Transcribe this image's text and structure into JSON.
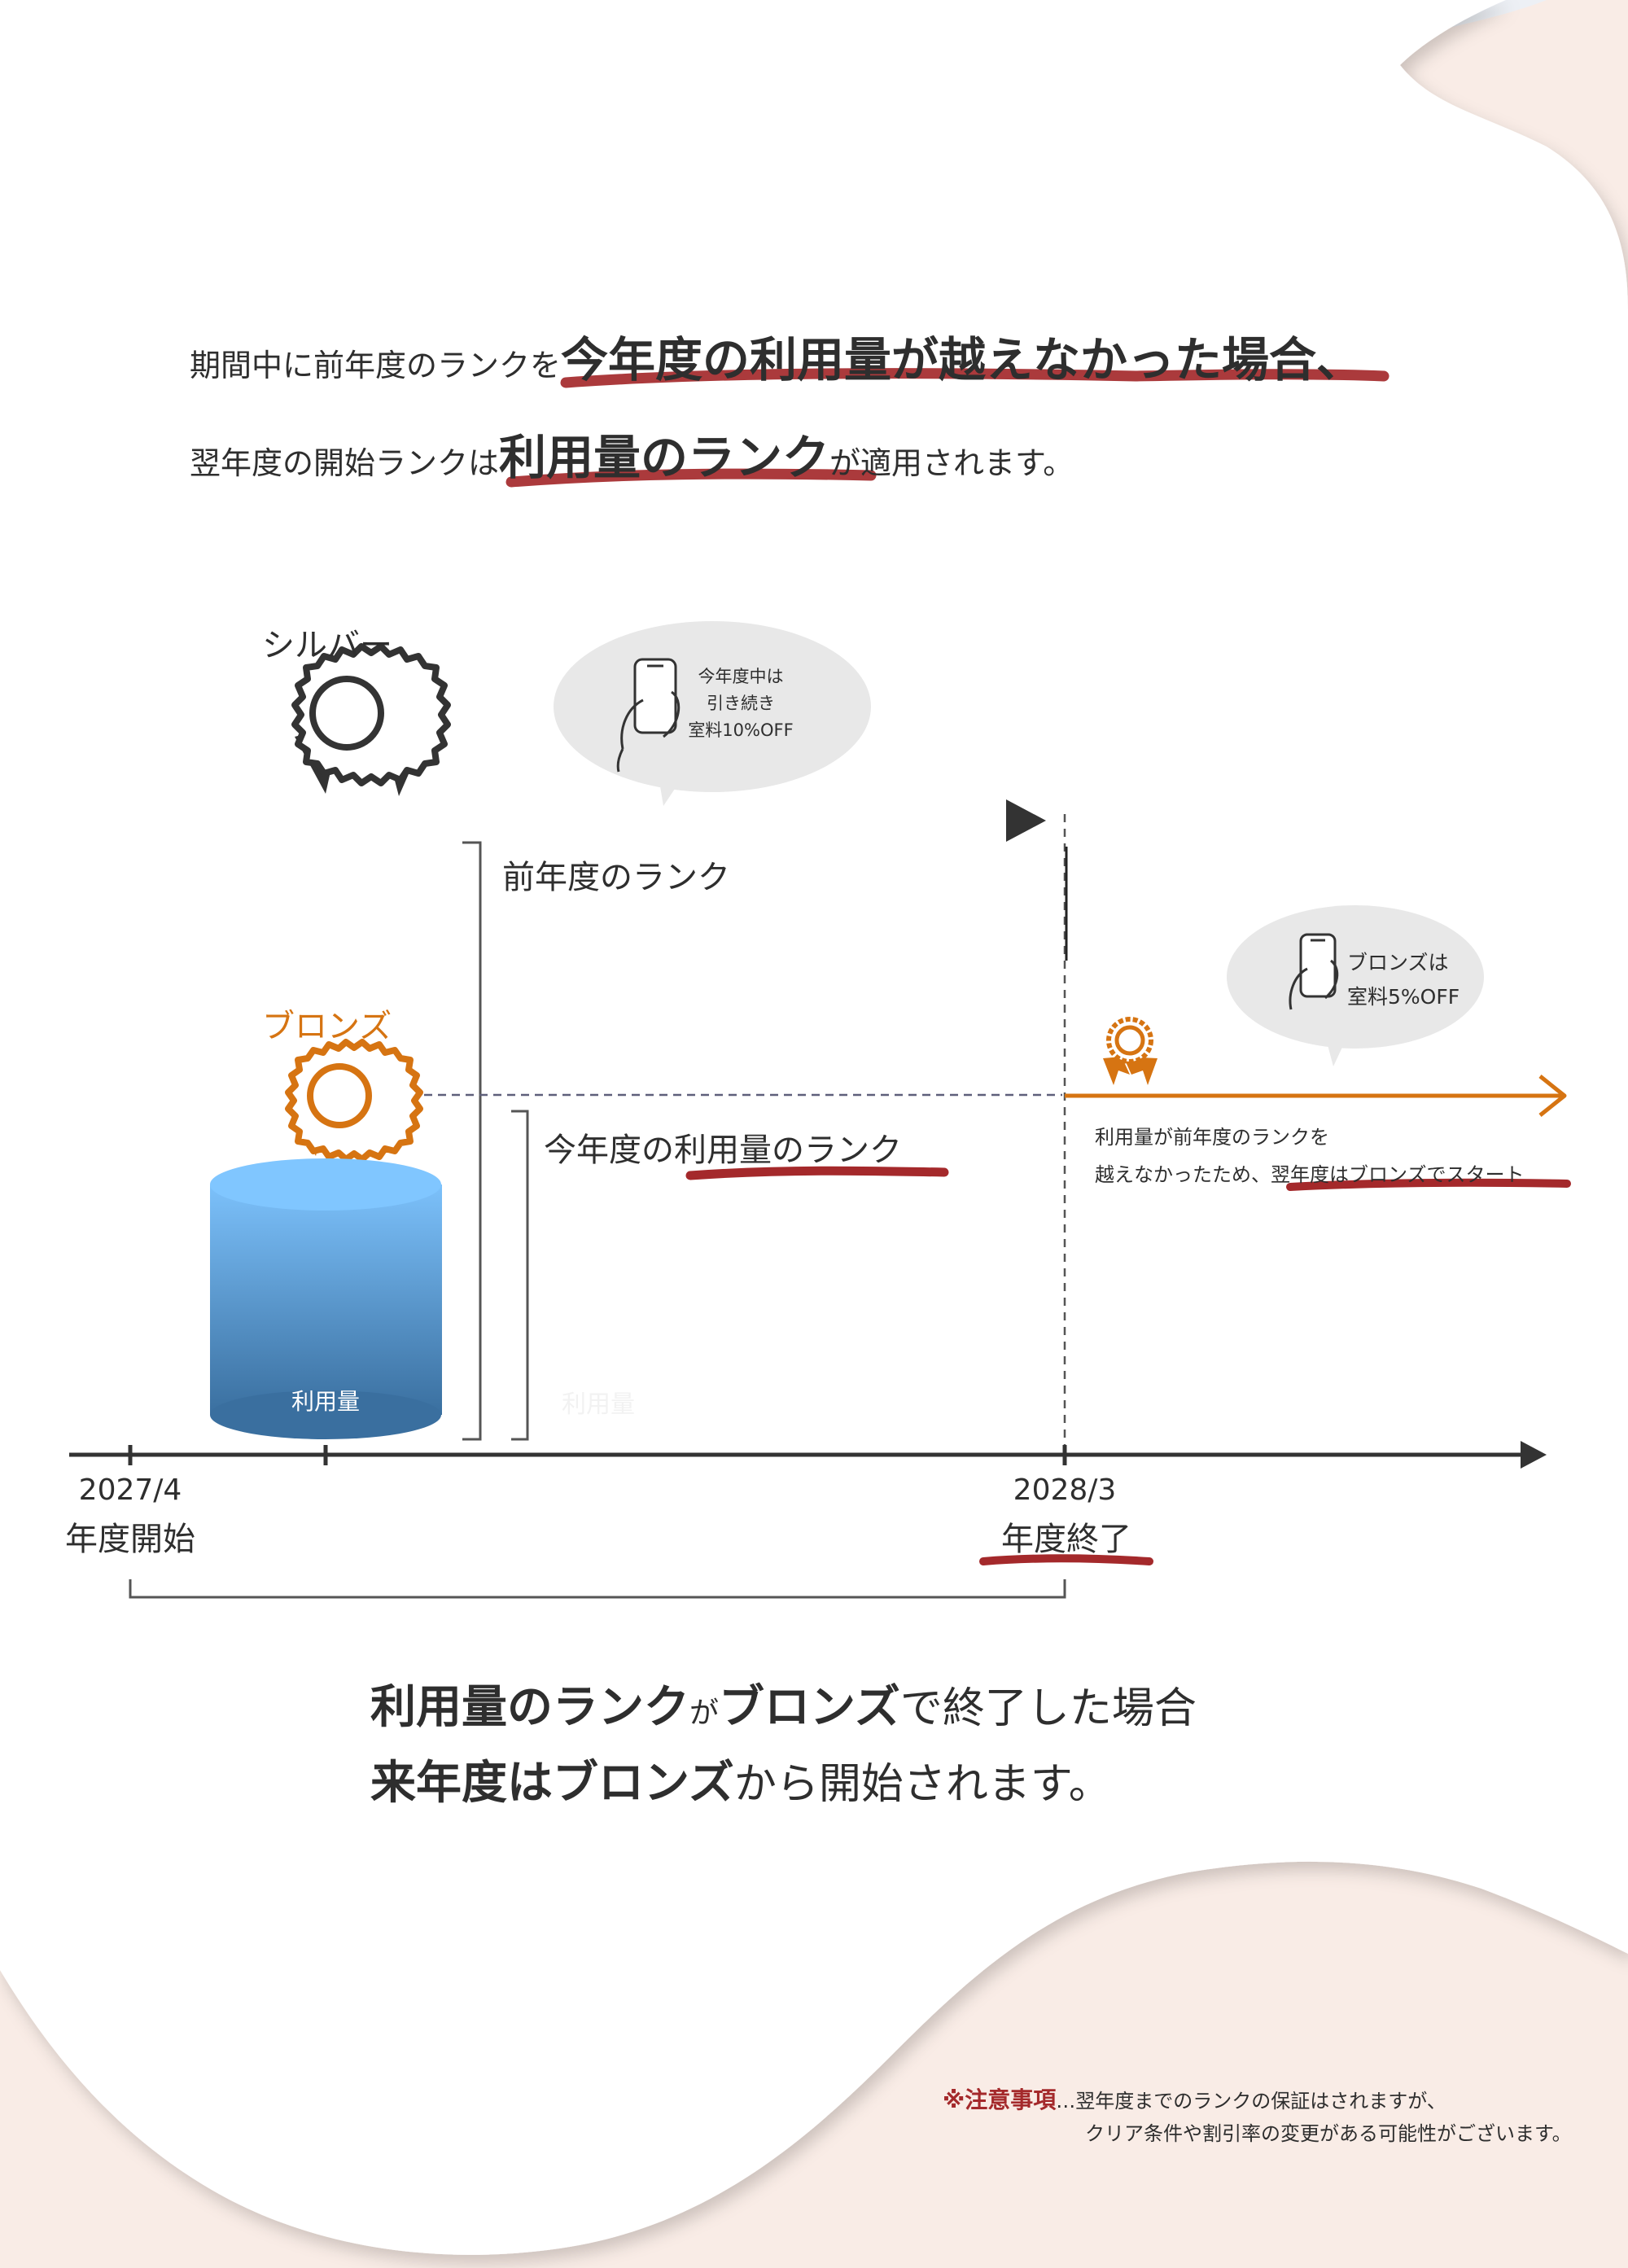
{
  "headline": {
    "line1_part1": "期間中に前年度のランクを",
    "line1_emph": "今年度の利用量が越えなかった場合、",
    "line2_part1": "翌年度の開始ランクは",
    "line2_emph": "利用量のランク",
    "line2_part2": "が適用されます。"
  },
  "silver": {
    "label": "シルバー"
  },
  "bubble_silver": {
    "line1": "今年度中は",
    "line2": "引き続き",
    "line3": "室料10%OFF"
  },
  "prev_rank_label": "前年度のランク",
  "bronze": {
    "label": "ブロンズ"
  },
  "current_rank_label": {
    "part1": "今年度の",
    "emph": "利用量のランク"
  },
  "cylinder": {
    "label": "利用量",
    "ghost_label": "利用量"
  },
  "bubble_bronze": {
    "line1": "ブロンズは",
    "line2": "室料5%OFF"
  },
  "result_note": {
    "line1": "利用量が前年度のランクを",
    "line2_part1": "越えなかったため、",
    "line2_emph": "翌年度は",
    "line2_part2": "ブロンズでスタート"
  },
  "timeline": {
    "start_date": "2027/4",
    "start_label": "年度開始",
    "end_date": "2028/3",
    "end_label": "年度終了"
  },
  "summary": {
    "l1_a": "利用量のランク",
    "l1_b": "が",
    "l1_c": "ブロンズ",
    "l1_d": "で終了した場合",
    "l2_a": "来年度はブロンズ",
    "l2_b": "から開始されます。"
  },
  "caution": {
    "title": "※注意事項",
    "line1": "…翌年度までのランクの保証はされますが、",
    "line2": "クリア条件や割引率の変更がある可能性がございます。"
  },
  "colors": {
    "accent_red": "#a4292b",
    "bronze": "#d67412",
    "dark": "#333333",
    "cylinder_top": "#7cc1fb",
    "cylinder_bottom": "#3a6f9f",
    "bubble": "#e8e8e8"
  },
  "icons": [
    "rosette-silver-icon",
    "rosette-bronze-icon",
    "smartphone-hand-icon",
    "arrow-right-icon"
  ]
}
